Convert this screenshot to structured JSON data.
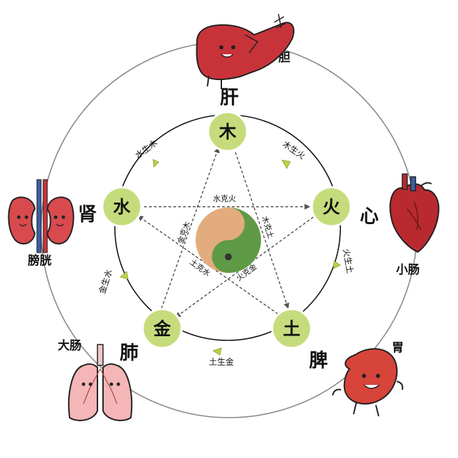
{
  "elements": [
    {
      "key": "wood",
      "char": "木"
    },
    {
      "key": "fire",
      "char": "火"
    },
    {
      "key": "earth",
      "char": "土"
    },
    {
      "key": "metal",
      "char": "金"
    },
    {
      "key": "water",
      "char": "水"
    }
  ],
  "organs": {
    "liver": "肝",
    "heart": "心",
    "spleen": "脾",
    "lung": "肺",
    "kidney": "肾"
  },
  "paired_organs": {
    "gallbladder": "胆",
    "small_intestine": "小肠",
    "stomach": "胃",
    "large_intestine": "大肠",
    "bladder": "膀胱"
  },
  "generating": {
    "wood_fire": "木生火",
    "fire_earth": "火生土",
    "earth_metal": "土生金",
    "metal_water": "金生水",
    "water_wood": "水生木"
  },
  "controlling": {
    "water_fire": "水克火",
    "wood_earth": "木克土",
    "fire_metal": "火克金",
    "earth_water": "土克水",
    "metal_wood": "金克木"
  },
  "colors": {
    "node_fill": "#c6dc7c",
    "node_stroke": "#ffffff",
    "arrow": "#b8d24a",
    "outer_ring": "#888888",
    "liver": "#c8333a",
    "heart": "#b82a30",
    "kidney": "#d84a4e",
    "lung": "#f4b6b6",
    "stomach": "#d6443a",
    "yin": "#5f9a47",
    "yang": "#e2ac7e"
  }
}
